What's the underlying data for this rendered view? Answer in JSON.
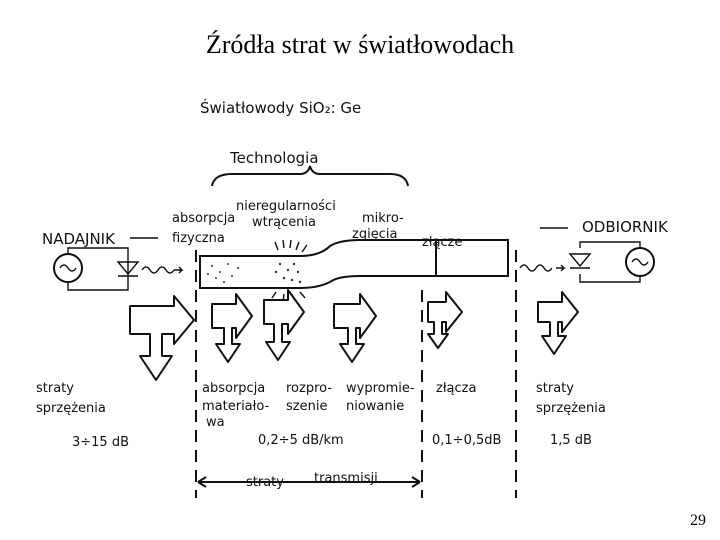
{
  "slide": {
    "title": "Źródła strat w światłowodach",
    "page_number": "29"
  },
  "diagram": {
    "heading": "Światłowody SiO₂: Ge",
    "technology_label": "Technologia",
    "transmitter": "NADAJNIK",
    "receiver": "ODBIORNIK",
    "top_labels": {
      "physical_absorption_1": "absorpcja",
      "physical_absorption_2": "fizyczna",
      "irregularities_1": "nieregularności",
      "irregularities_2": "wtrącenia",
      "microbends_1": "mikro-",
      "microbends_2": "zgięcia",
      "joint": "złącze"
    },
    "bottom_labels": {
      "coupling_left_1": "straty",
      "coupling_left_2": "sprzężenia",
      "coupling_left_value": "3÷15  dB",
      "material_absorption_1": "absorpcja",
      "material_absorption_2": "materiało-",
      "material_absorption_3": "wa",
      "scattering_1": "rozpro-",
      "scattering_2": "szenie",
      "radiation_1": "wypromie-",
      "radiation_2": "niowanie",
      "transmission_value": "0,2÷5  dB/km",
      "joints": "złącza",
      "joints_value": "0,1÷0,5dB",
      "coupling_right_1": "straty",
      "coupling_right_2": "sprzężenia",
      "coupling_right_value": "1,5  dB",
      "transmission_losses_1": "straty",
      "transmission_losses_2": "transmisji"
    }
  }
}
